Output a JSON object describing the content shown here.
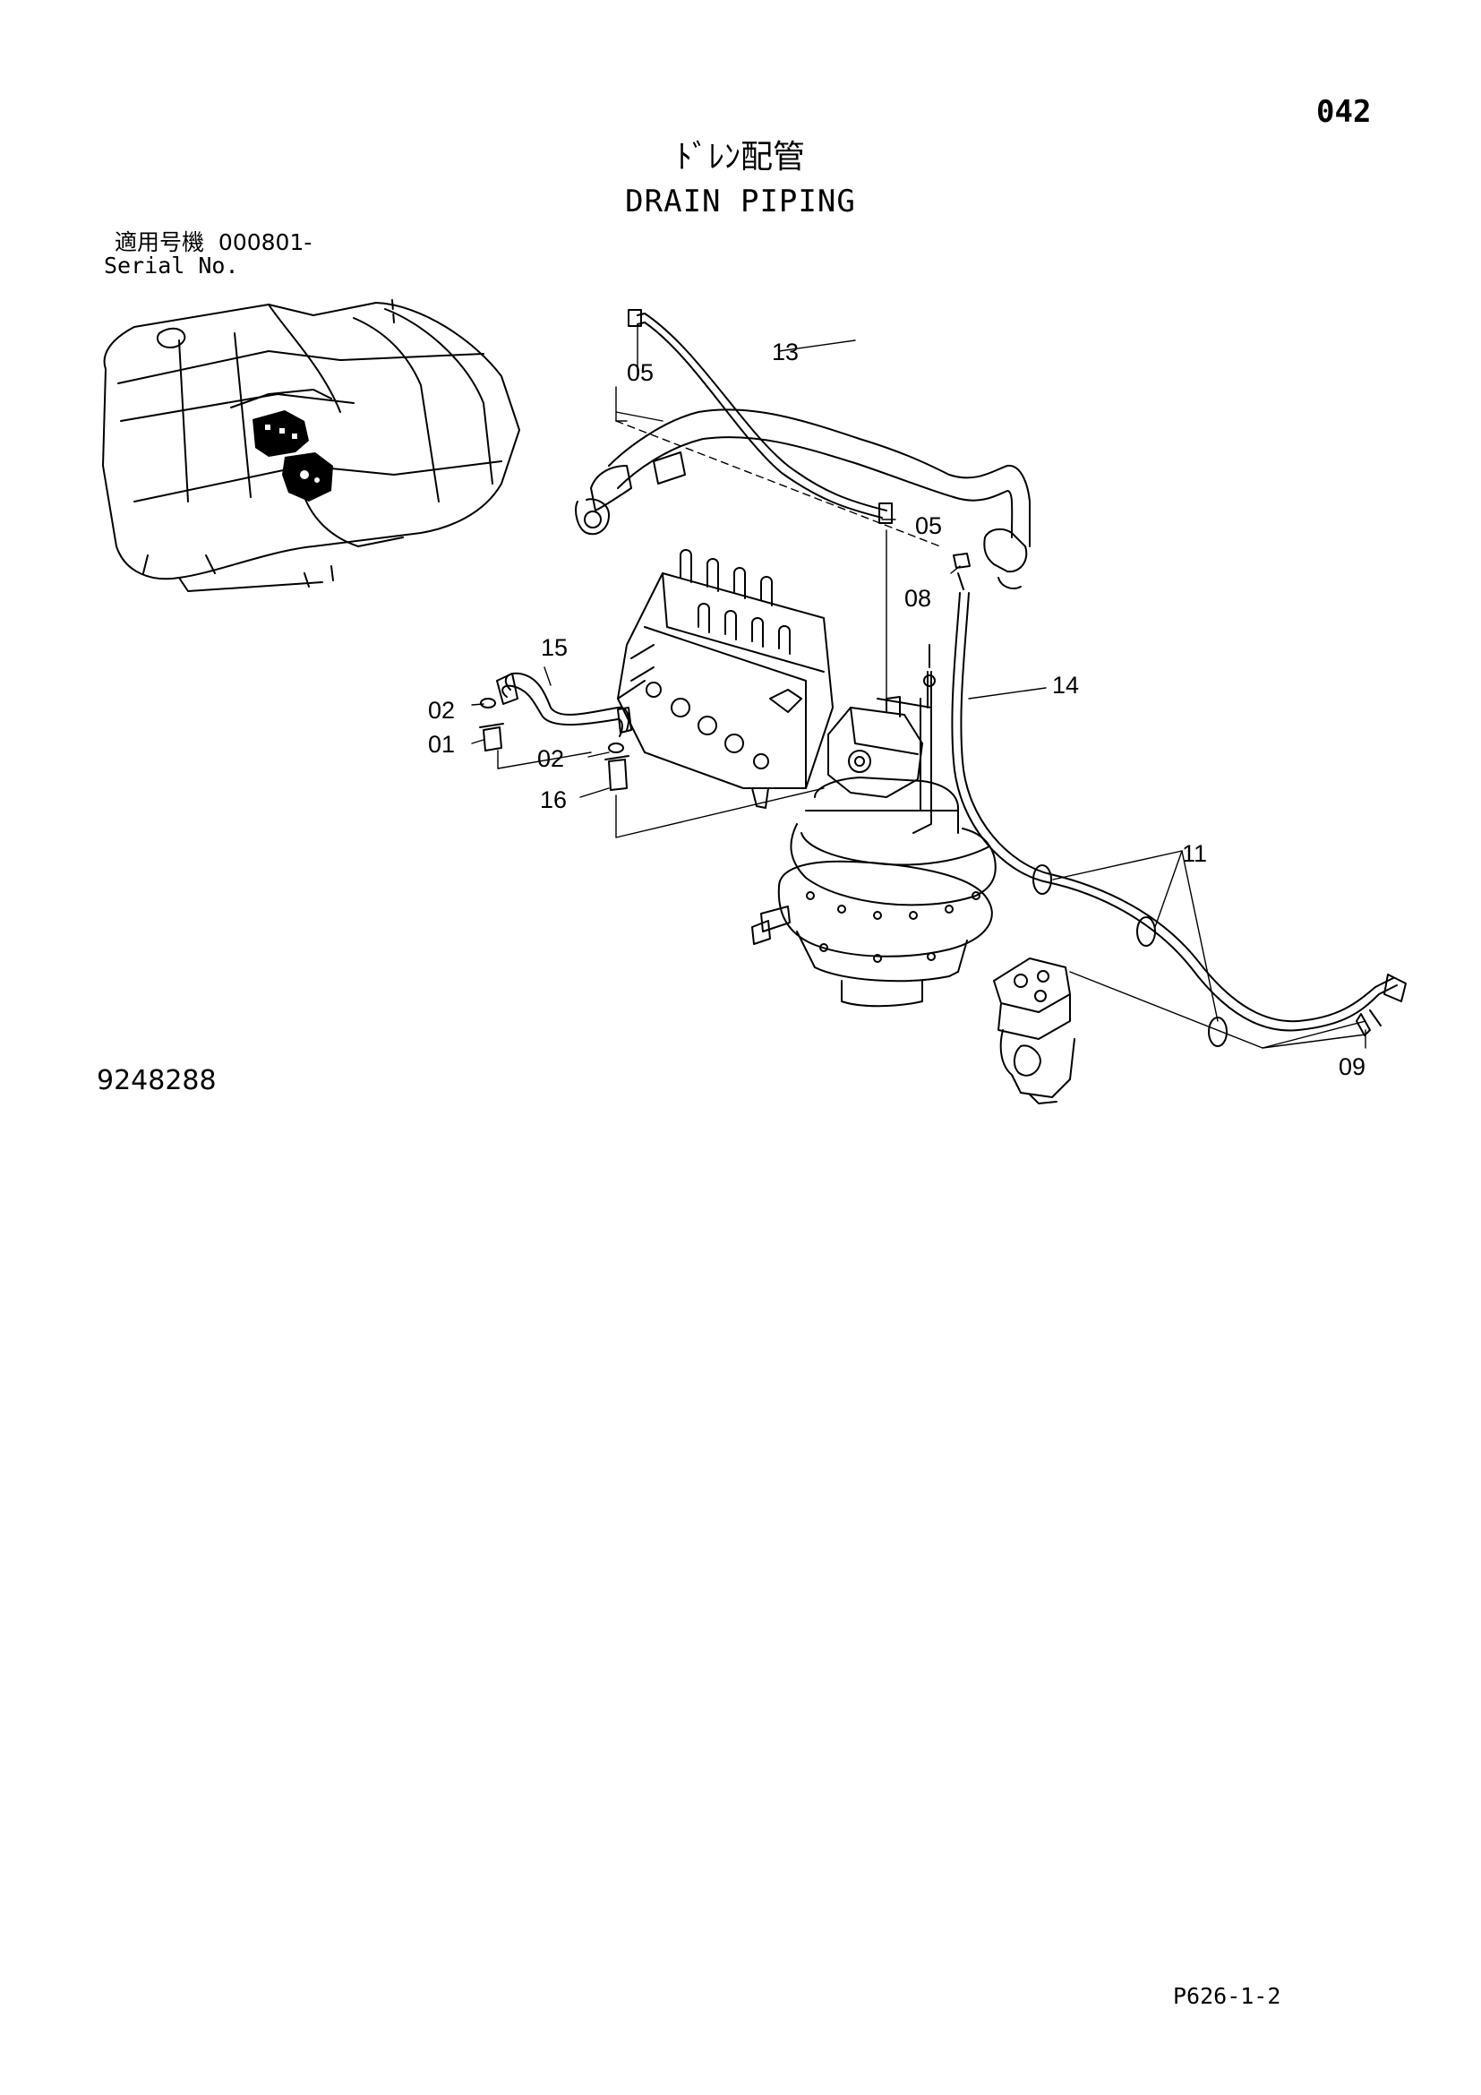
{
  "header": {
    "page_number": "042",
    "title_jp": "ﾄﾞﾚﾝ配管",
    "title_en": "DRAIN PIPING"
  },
  "serial": {
    "label_jp": "適用号機",
    "value": "000801-",
    "label_en": "Serial No."
  },
  "drawing_number": "9248288",
  "footer_reference": "P626-1-2",
  "callouts": {
    "c05a": "05",
    "c13": "13",
    "c05b": "05",
    "c08": "08",
    "c15": "15",
    "c14": "14",
    "c02a": "02",
    "c01": "01",
    "c02b": "02",
    "c16": "16",
    "c11": "11",
    "c09": "09"
  }
}
